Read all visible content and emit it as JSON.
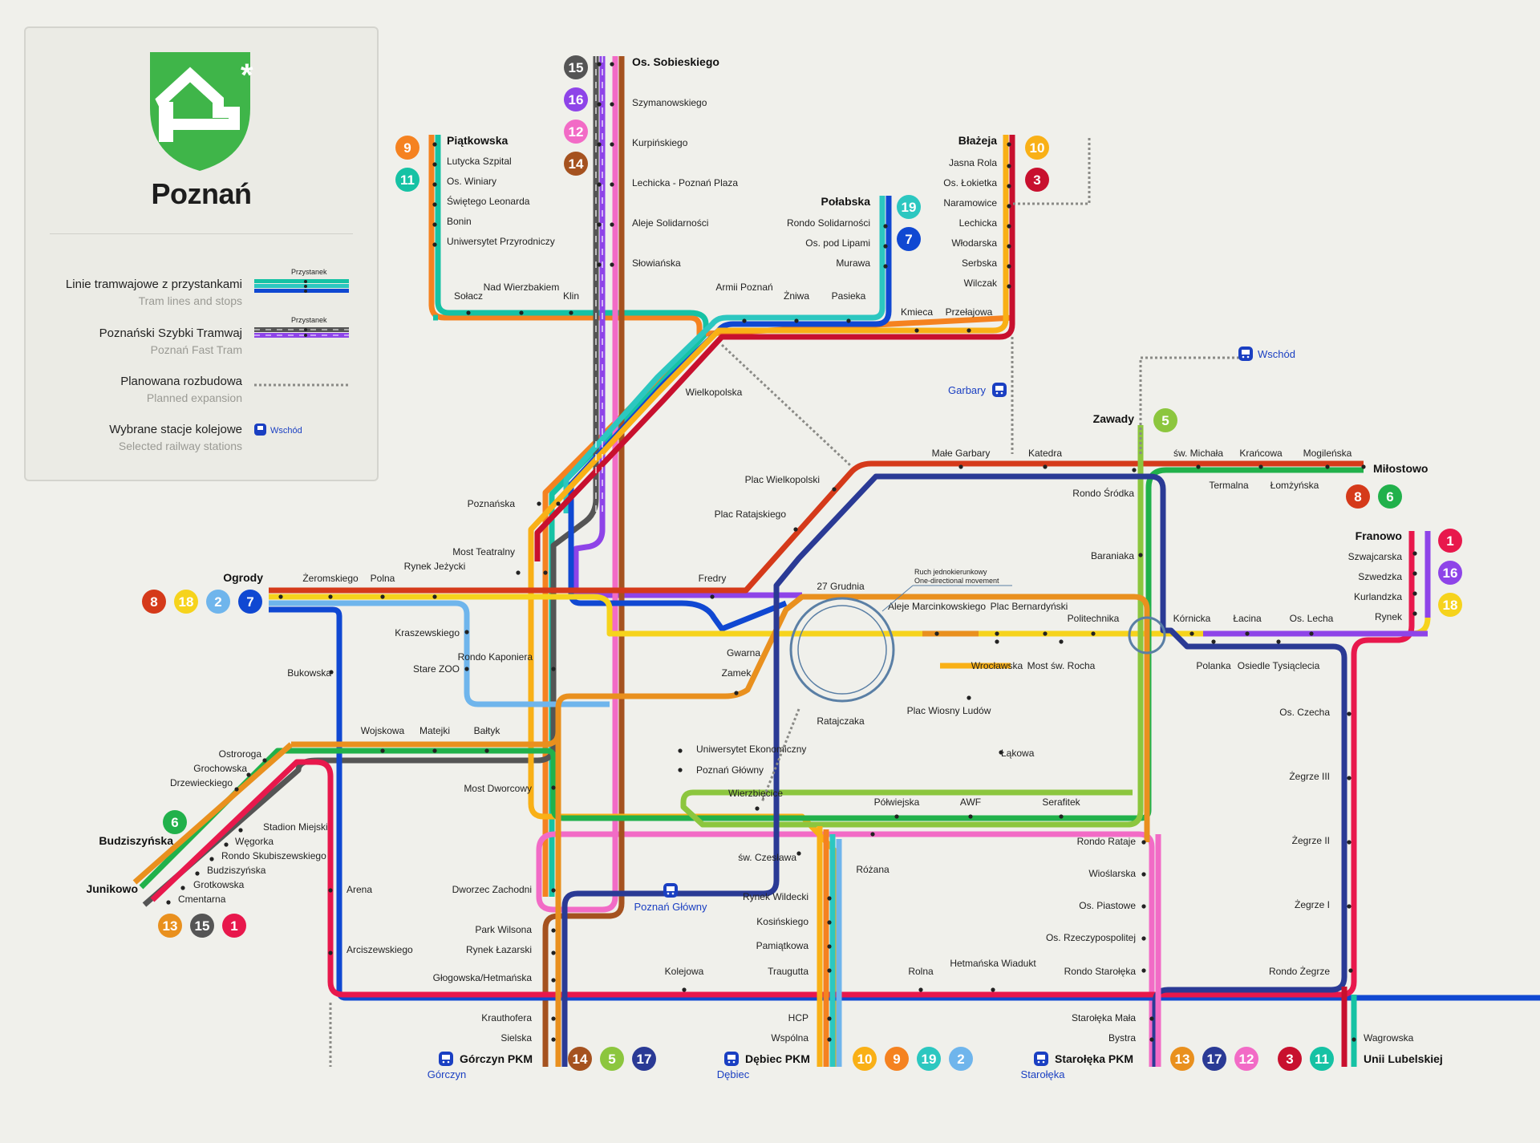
{
  "city": "Poznań",
  "legend": {
    "tram_pl": "Linie tramwajowe z przystankami",
    "tram_en": "Tram lines and stops",
    "stop_sample": "Przystanek",
    "fast_pl": "Poznański Szybki Tramwaj",
    "fast_en": "Poznań Fast Tram",
    "plan_pl": "Planowana rozbudowa",
    "plan_en": "Planned expansion",
    "rail_pl": "Wybrane stacje kolejowe",
    "rail_en": "Selected railway stations",
    "rail_sample": "Wschód"
  },
  "colors": {
    "1": "#e8184c",
    "2": "#6fb5ec",
    "3": "#c8102e",
    "5": "#8cc63e",
    "6": "#21b14b",
    "7": "#1048d2",
    "8": "#d53a1a",
    "9": "#f58220",
    "10": "#f9b016",
    "11": "#16c2a4",
    "12": "#f26bc6",
    "13": "#e9901e",
    "14": "#a5521f",
    "15": "#555555",
    "16": "#8e44e8",
    "17": "#2a3a95",
    "18": "#f6d31c",
    "19": "#2cc7c0",
    "rail": "#1a3fc2",
    "planned": "#8a8a86",
    "ring": "#5a7fa5"
  },
  "stations": {
    "piatkowska": "Piątkowska",
    "lutycka": "Lutycka Szpital",
    "winiary": "Os. Winiary",
    "leonarda": "Świętego Leonarda",
    "bonin": "Bonin",
    "up": "Uniwersytet Przyrodniczy",
    "solacz": "Sołacz",
    "nad_wierzbakiem": "Nad Wierzbakiem",
    "klin": "Klin",
    "sobieskiego": "Os. Sobieskiego",
    "szymanowskiego": "Szymanowskiego",
    "kurpinskiego": "Kurpińskiego",
    "lechicka_plaza": "Lechicka - Poznań Plaza",
    "aleje": "Aleje Solidarności",
    "slowianska": "Słowiańska",
    "polabska": "Połabska",
    "rondo_solidarnosci": "Rondo Solidarności",
    "pod_lipami": "Os. pod Lipami",
    "murawa": "Murawa",
    "armii_poznan": "Armii Poznań",
    "zniwa": "Żniwa",
    "pasieka": "Pasieka",
    "kmieca": "Kmieca",
    "przelajowa": "Przełajowa",
    "blazeja": "Błażeja",
    "jasna_rola": "Jasna Rola",
    "lokietka": "Os. Łokietka",
    "naramowice": "Naramowice",
    "lechicka": "Lechicka",
    "wlodarska": "Włodarska",
    "serbska": "Serbska",
    "wilczak": "Wilczak",
    "wielkopolska": "Wielkopolska",
    "male_garbary": "Małe Garbary",
    "katedra": "Katedra",
    "sw_michala": "św. Michała",
    "krancowa": "Krańcowa",
    "mogilenska": "Mogileńska",
    "milostowo": "Miłostowo",
    "termalna": "Termalna",
    "lomzynska": "Łomżyńska",
    "rondo_srodka": "Rondo Śródka",
    "zawady": "Zawady",
    "plac_wielkopolski": "Plac Wielkopolski",
    "plac_ratajskiego": "Plac Ratajskiego",
    "baraniaka": "Baraniaka",
    "poznanska": "Poznańska",
    "ogrody": "Ogrody",
    "zeromskiego": "Żeromskiego",
    "polna": "Polna",
    "rynek_jezycki": "Rynek Jeżycki",
    "most_teatralny": "Most Teatralny",
    "fredry": "Fredry",
    "kraszewskiego": "Kraszewskiego",
    "stare_zoo": "Stare ZOO",
    "rondo_kaponiera": "Rondo Kaponiera",
    "bukowska": "Bukowska",
    "zamek": "Zamek",
    "gwarna": "Gwarna",
    "grudnia": "27 Grudnia",
    "ratajczaka": "Ratajczaka",
    "marcinkowskiego": "Aleje Marcinkowskiego",
    "bernardynski": "Plac Bernardyński",
    "politechnika": "Politechnika",
    "kornicka": "Kórnicka",
    "lacina": "Łacina",
    "lecha": "Os. Lecha",
    "franowo": "Franowo",
    "szwajcarska": "Szwajcarska",
    "szwedzka": "Szwedzka",
    "kurlandzka": "Kurlandzka",
    "rynek": "Rynek",
    "wroclawska": "Wrocławska",
    "most_rocha": "Most św. Rocha",
    "polanka": "Polanka",
    "tysiaclecia": "Osiedle Tysiąclecia",
    "plac_wiosny": "Plac Wiosny Ludów",
    "lakowa": "Łąkowa",
    "wojskowa": "Wojskowa",
    "matejki": "Matejki",
    "baltyk": "Bałtyk",
    "ostroroga": "Ostroroga",
    "grochowska": "Grochowska",
    "drzewieckiego": "Drzewieckiego",
    "budzisz": "Budziszyńska",
    "stadion": "Stadion Miejski",
    "wegorka": "Węgorka",
    "skubiszewskiego": "Rondo Skubiszewskiego",
    "budzisz2": "Budziszyńska",
    "grotkowska": "Grotkowska",
    "cmentarna": "Cmentarna",
    "junikowo": "Junikowo",
    "ue": "Uniwersytet Ekonomiczny",
    "pg": "Poznań Główny",
    "most_dworcowy": "Most Dworcowy",
    "wierzbiecice": "Wierzbięcice",
    "polwiejska": "Półwiejska",
    "awf": "AWF",
    "serafitek": "Serafitek",
    "os_czecha": "Os. Czecha",
    "zegrze3": "Żegrze III",
    "zegrze2": "Żegrze II",
    "zegrze1": "Żegrze I",
    "czeslawa": "św. Czesława",
    "rozana": "Różana",
    "rondo_rataje": "Rondo Rataje",
    "wioslarska": "Wioślarska",
    "piastowe": "Os. Piastowe",
    "rzeczypospolitej": "Os. Rzeczypospolitej",
    "arena": "Arena",
    "dworzec_zachodni": "Dworzec Zachodni",
    "rynek_wildecki": "Rynek Wildecki",
    "kosinskiego": "Kosińskiego",
    "pamiatkowa": "Pamiątkowa",
    "park_wilsona": "Park Wilsona",
    "rynek_lazarski": "Rynek Łazarski",
    "arciszewskiego": "Arciszewskiego",
    "glogowska": "Głogowska/Hetmańska",
    "kolejowa": "Kolejowa",
    "traugutta": "Traugutta",
    "rolna": "Rolna",
    "hetmanska": "Hetmańska Wiadukt",
    "rondo_staroleka": "Rondo Starołęka",
    "rondo_zegrze": "Rondo Żegrze",
    "krauthofera": "Krauthofera",
    "sielska": "Sielska",
    "hcp": "HCP",
    "wspolna": "Wspólna",
    "staroleka_mala": "Starołęka Mała",
    "bystra": "Bystra",
    "wagrowska": "Wagrowska",
    "unii": "Unii Lubelskiej"
  },
  "rail": {
    "wschod": "Wschód",
    "garbary": "Garbary",
    "poznan_glowny": "Poznań Główny",
    "gorczyn_pkm": "Górczyn PKM",
    "gorczyn": "Górczyn",
    "debiec_pkm": "Dębiec PKM",
    "debiec": "Dębiec",
    "staroleka_pkm": "Starołęka PKM",
    "staroleka": "Starołęka"
  },
  "note": {
    "pl": "Ruch jednokierunkowy",
    "en": "One-directional movement"
  },
  "badges": {
    "piatkowska": [
      "9",
      "11"
    ],
    "sobieskiego": [
      "15",
      "16",
      "12",
      "14"
    ],
    "polabska": [
      "19",
      "7"
    ],
    "blazeja": [
      "10",
      "3"
    ],
    "zawady": [
      "5"
    ],
    "milostowo": [
      "8",
      "6"
    ],
    "franowo": [
      "1",
      "16",
      "18"
    ],
    "ogrody": [
      "8",
      "18",
      "2",
      "7"
    ],
    "budzisz": [
      "6"
    ],
    "junikowo": [
      "13",
      "15",
      "1"
    ],
    "gorczyn": [
      "14",
      "5",
      "17"
    ],
    "debiec": [
      "10",
      "9",
      "19",
      "2"
    ],
    "staroleka": [
      "13",
      "17",
      "12"
    ],
    "unii": [
      "3",
      "11"
    ]
  }
}
